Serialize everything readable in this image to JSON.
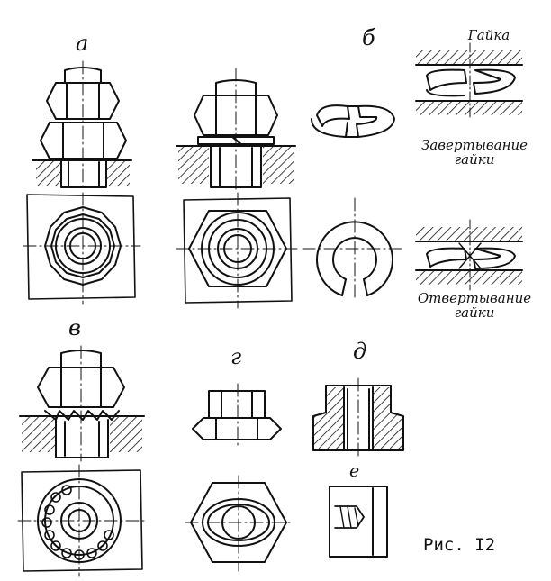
{
  "labels": {
    "a": "а",
    "b": "б",
    "v": "в",
    "g": "г",
    "d": "д",
    "e": "е"
  },
  "notes": {
    "nut": "Гайка",
    "tightening_1": "Завертывание",
    "tightening_2": "гайки",
    "loosening_1": "Отвертывание",
    "loosening_2": "гайки"
  },
  "caption": "Рис. I2",
  "colors": {
    "ink": "#111111",
    "paper": "#ffffff"
  }
}
